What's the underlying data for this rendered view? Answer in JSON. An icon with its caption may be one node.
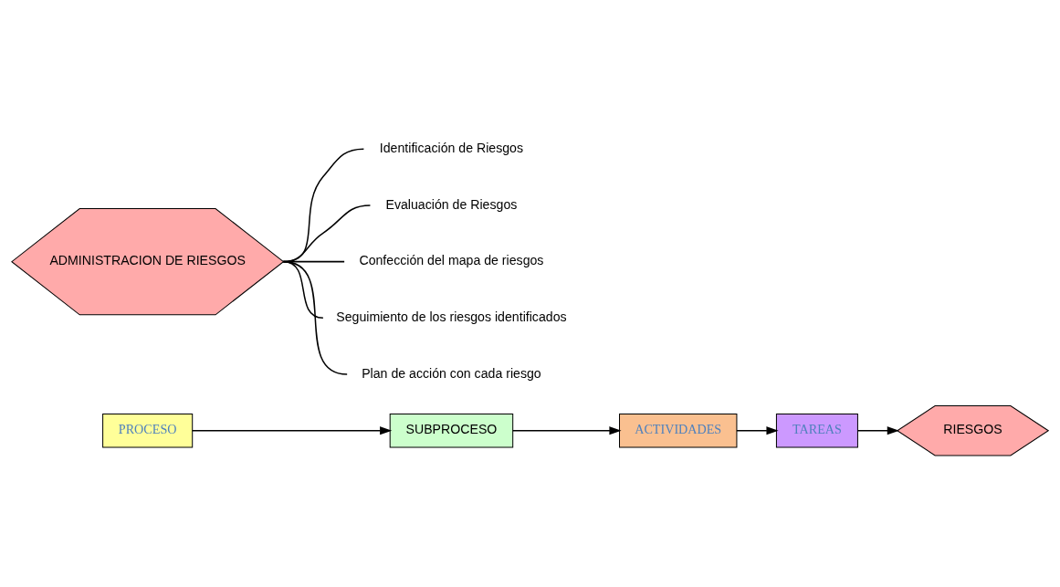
{
  "diagram": {
    "nodes": [
      {
        "text": [
          "PROCESO"
        ]
      },
      {
        "text": [
          "SUBPROCESO"
        ]
      },
      {
        "text": [
          "ACTIVIDADES"
        ]
      },
      {
        "text": [
          "TAREAS"
        ]
      },
      {
        "text": [
          "RIESGOS"
        ]
      },
      {
        "text": [
          "ADMINISTRACION DE RIESGOS"
        ]
      },
      {
        "text": [
          "Identificación de Riesgos"
        ]
      },
      {
        "text": [
          "Evaluación de Riesgos"
        ]
      },
      {
        "text": [
          "Confección del mapa de riesgos"
        ]
      },
      {
        "text": [
          "Seguimiento de los riesgos identificados"
        ]
      },
      {
        "text": [
          "Plan de acción con cada riesgo"
        ]
      }
    ],
    "edges": [
      {
        "from": 0,
        "to": 1,
        "arrow": "to"
      },
      {
        "from": 1,
        "to": 2,
        "arrow": "to"
      },
      {
        "from": 2,
        "to": 3,
        "arrow": "to"
      },
      {
        "from": 3,
        "to": 4,
        "arrow": "to"
      },
      {
        "from": 5,
        "to": 6,
        "arrow": "none"
      },
      {
        "from": 5,
        "to": 7,
        "arrow": "none"
      },
      {
        "from": 5,
        "to": 8,
        "arrow": "none"
      },
      {
        "from": 5,
        "to": 9,
        "arrow": "none"
      },
      {
        "from": 5,
        "to": 10,
        "arrow": "none"
      }
    ]
  }
}
